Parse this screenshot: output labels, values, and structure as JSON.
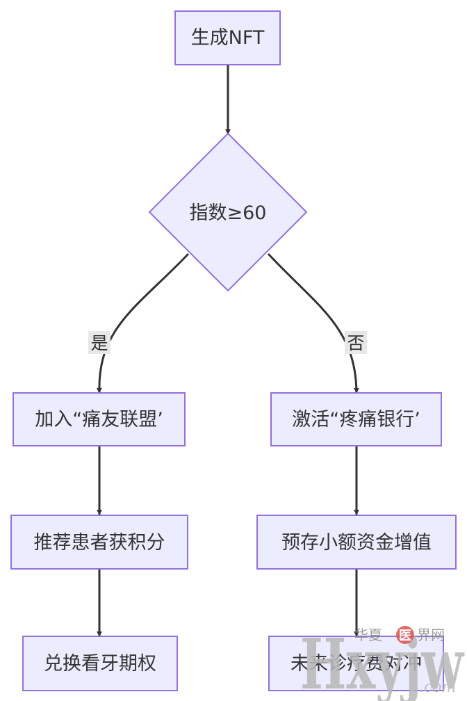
{
  "colors": {
    "node_fill": "#ECECFF",
    "node_stroke": "#9370DB",
    "edge": "#333333",
    "label_bg": "#e8e8e8",
    "text": "#333333"
  },
  "diagram": {
    "type": "flowchart",
    "nodes": {
      "start": {
        "label": "生成NFT",
        "shape": "rect"
      },
      "decision": {
        "label": "指数≥60",
        "shape": "diamond"
      },
      "yes1": {
        "label": "加入“痛友联盟’",
        "shape": "rect"
      },
      "yes2": {
        "label": "推荐患者获积分",
        "shape": "rect"
      },
      "yes3": {
        "label": "兑换看牙期权",
        "shape": "rect"
      },
      "no1": {
        "label": "激活“疼痛银行’",
        "shape": "rect"
      },
      "no2": {
        "label": "预存小额资金增值",
        "shape": "rect"
      },
      "no3": {
        "label": "未来诊疗费对冲",
        "shape": "rect"
      }
    },
    "edges": [
      {
        "from": "start",
        "to": "decision",
        "label": ""
      },
      {
        "from": "decision",
        "to": "yes1",
        "label": "是"
      },
      {
        "from": "yes1",
        "to": "yes2",
        "label": ""
      },
      {
        "from": "yes2",
        "to": "yes3",
        "label": ""
      },
      {
        "from": "decision",
        "to": "no1",
        "label": "否"
      },
      {
        "from": "no1",
        "to": "no2",
        "label": ""
      },
      {
        "from": "no2",
        "to": "no3",
        "label": ""
      }
    ]
  },
  "watermark": {
    "brand": "Hxyjw",
    "tagline_left": "华夏",
    "tagline_badge": "医",
    "tagline_right": "界网",
    "domain": ".com",
    "badge_color": "#d9534f"
  }
}
